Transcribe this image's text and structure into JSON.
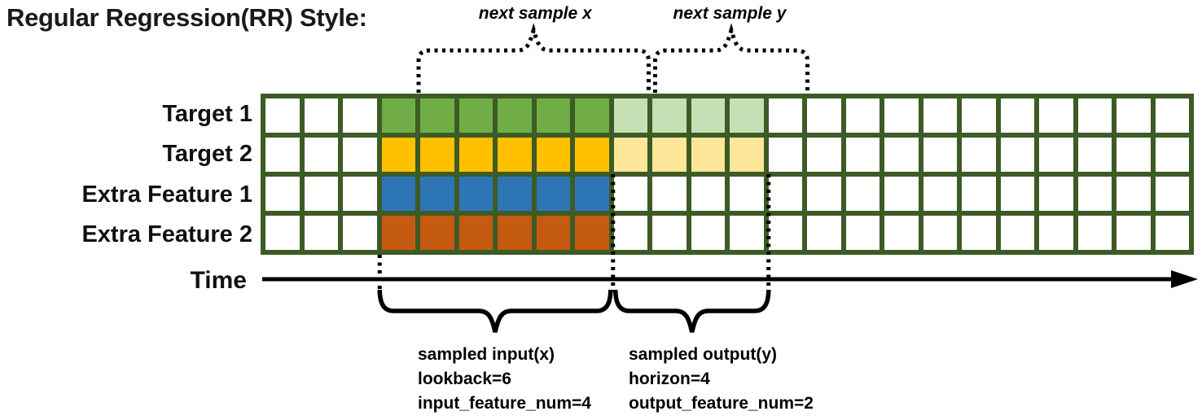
{
  "title": "Regular Regression(RR) Style:",
  "top_annotations": {
    "next_sample_x": "next sample x",
    "next_sample_y": "next sample y"
  },
  "grid": {
    "columns": 24,
    "line_color": "#3D5B25",
    "empty_cell_color": "#FFFFFF",
    "rows": [
      {
        "label": "Target 1",
        "segments": [
          {
            "from": 3,
            "to": 9,
            "color": "#70AD47"
          },
          {
            "from": 9,
            "to": 13,
            "color": "#C5E0B4"
          }
        ]
      },
      {
        "label": "Target 2",
        "segments": [
          {
            "from": 3,
            "to": 9,
            "color": "#FFC000"
          },
          {
            "from": 9,
            "to": 13,
            "color": "#FFE699"
          }
        ]
      },
      {
        "label": "Extra Feature 1",
        "segments": [
          {
            "from": 3,
            "to": 9,
            "color": "#2E75B6"
          }
        ]
      },
      {
        "label": "Extra Feature 2",
        "segments": [
          {
            "from": 3,
            "to": 9,
            "color": "#C55A11"
          }
        ]
      }
    ]
  },
  "sample_regions": {
    "input_cols": [
      3,
      9
    ],
    "output_cols": [
      9,
      13
    ],
    "next_x_cols": [
      4,
      10
    ],
    "next_y_cols": [
      10,
      14
    ]
  },
  "time_axis": {
    "label": "Time"
  },
  "input_annotation": {
    "lines": [
      "sampled input(x)",
      "lookback=6",
      "input_feature_num=4"
    ]
  },
  "output_annotation": {
    "lines": [
      "sampled output(y)",
      "horizon=4",
      "output_feature_num=2"
    ]
  },
  "line_color": "#000000"
}
